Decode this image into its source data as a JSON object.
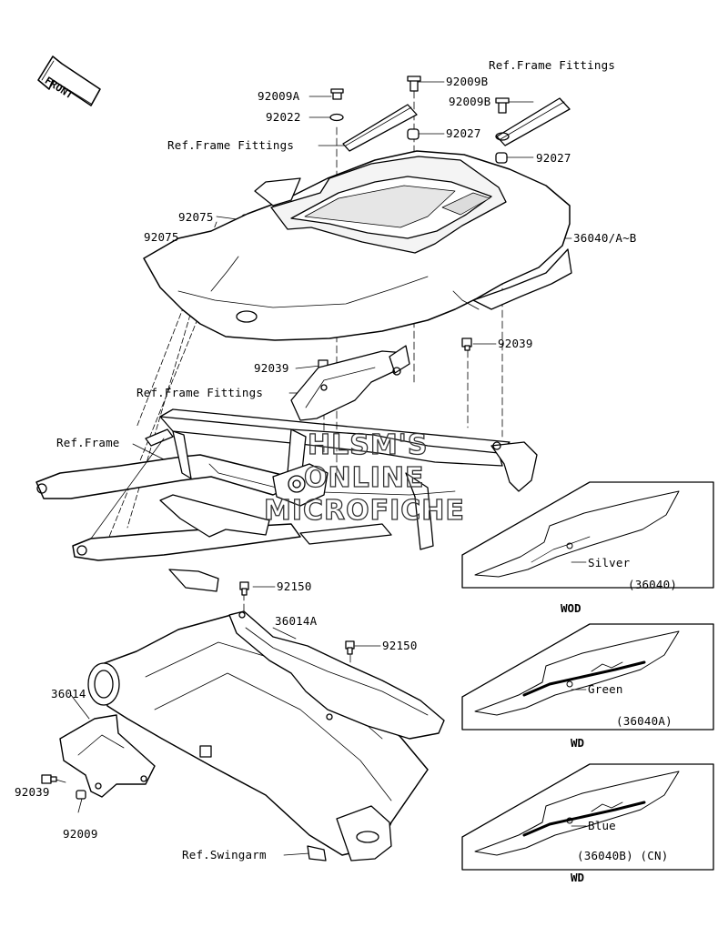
{
  "front_marker": {
    "text": "FRONT"
  },
  "part_labels": {
    "p92009A": "92009A",
    "p92022": "92022",
    "p92009B_top": "92009B",
    "p92009B_mid": "92009B",
    "p92027_a": "92027",
    "p92027_b": "92027",
    "p92075_a": "92075",
    "p92075_b": "92075",
    "p36040AB": "36040/A~B",
    "p92039_a": "92039",
    "p92039_b": "92039",
    "p92150_a": "92150",
    "p92150_b": "92150",
    "p36014A": "36014A",
    "p36014": "36014",
    "p92039_c": "92039",
    "p92009": "92009"
  },
  "ref_labels": {
    "frame_fittings_top_right": "Ref.Frame Fittings",
    "frame_fittings_left": "Ref.Frame Fittings",
    "frame_fittings_mid": "Ref.Frame Fittings",
    "frame": "Ref.Frame",
    "swingarm": "Ref.Swingarm"
  },
  "watermark": {
    "line1": "HLSM'S",
    "line2": "ONLINE",
    "line3": "MICROFICHE"
  },
  "variants": [
    {
      "color": "Silver",
      "part": "(36040)",
      "code": "WOD"
    },
    {
      "color": "Green",
      "part": "(36040A)",
      "code": "WD"
    },
    {
      "color": "Blue",
      "part": "(36040B) (CN)",
      "code": "WD"
    }
  ]
}
